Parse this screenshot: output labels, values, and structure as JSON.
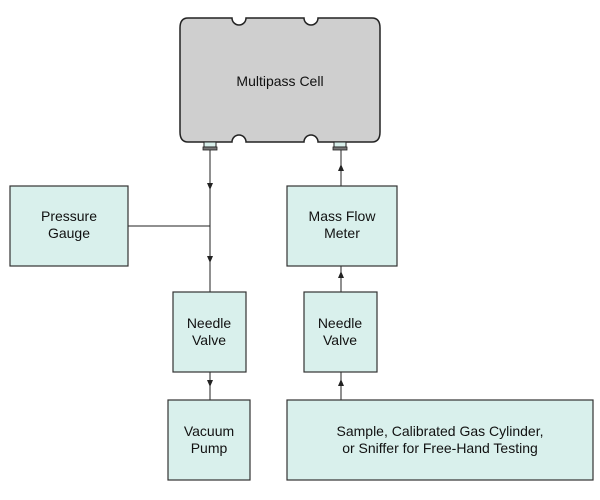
{
  "colors": {
    "box_fill": "#d9f0ec",
    "box_stroke": "#333333",
    "cell_fill": "#cfcfcf",
    "cell_stroke": "#222222",
    "line": "#222222",
    "background": "#ffffff"
  },
  "nodes": {
    "multipass_cell": {
      "lines": [
        "Multipass Cell"
      ]
    },
    "pressure_gauge": {
      "lines": [
        "Pressure",
        "Gauge"
      ]
    },
    "mass_flow_meter": {
      "lines": [
        "Mass Flow",
        "Meter"
      ]
    },
    "needle_valve_left": {
      "lines": [
        "Needle",
        "Valve"
      ]
    },
    "needle_valve_right": {
      "lines": [
        "Needle",
        "Valve"
      ]
    },
    "vacuum_pump": {
      "lines": [
        "Vacuum",
        "Pump"
      ]
    },
    "sample_source": {
      "lines": [
        "Sample, Calibrated Gas Cylinder,",
        "or Sniffer for Free-Hand Testing"
      ]
    }
  },
  "connections": [
    {
      "from": "multipass_cell",
      "to": "needle_valve_left",
      "arrow": "down"
    },
    {
      "from": "pressure_gauge",
      "to": "left_line",
      "arrow": "none"
    },
    {
      "from": "needle_valve_left",
      "to": "vacuum_pump",
      "arrow": "down"
    },
    {
      "from": "sample_source",
      "to": "needle_valve_right",
      "arrow": "up"
    },
    {
      "from": "needle_valve_right",
      "to": "mass_flow_meter",
      "arrow": "up"
    },
    {
      "from": "mass_flow_meter",
      "to": "multipass_cell",
      "arrow": "up"
    }
  ]
}
